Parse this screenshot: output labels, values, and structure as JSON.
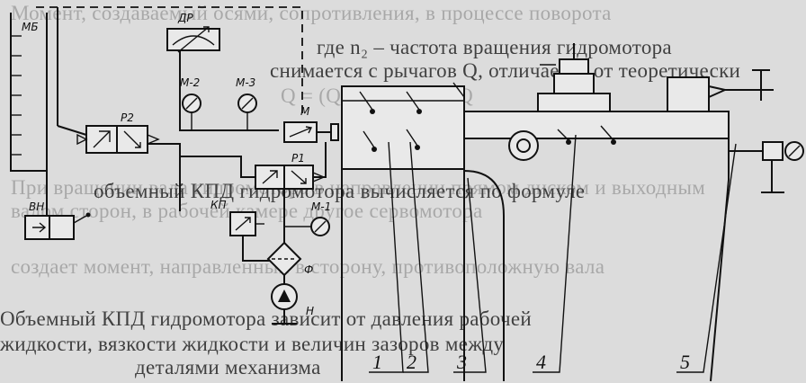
{
  "background_text": [
    "Момент, создаваемый осями, сопротивления, в процессе поворота",
    "где n₂ – частота вращения гидромотора",
    "снимается с рычагов Q, отличается от теоретически",
    "Q = (Q₀ – ΔQ) / q,   ΔQ",
    "При вращении вала гидромотора в направлении прямом диском и выходным",
    "валом сторон, в рабочей камере другое сервомотора",
    "объемный КПД гидромотора вычисляется по формуле",
    "создает момент, направленный в сторону, противоположную вала",
    "Объемный КПД гидромотора зависит от давления рабочей",
    "жидкости, вязкости жидкости и величин зазоров между",
    "деталями механизма"
  ],
  "labels": {
    "mb": "МБ",
    "p2": "Р2",
    "vn": "ВН",
    "dr": "ДР",
    "m2": "М-2",
    "m3": "М-3",
    "m": "М",
    "p1": "Р1",
    "kp": "КП",
    "m1": "М-1",
    "f": "Ф",
    "h": "Н"
  },
  "callouts": [
    "1",
    "2",
    "3",
    "4",
    "5"
  ],
  "colors": {
    "ink": "#111111",
    "paper": "#dcdcdc",
    "ghost": "#7e7e7e"
  }
}
